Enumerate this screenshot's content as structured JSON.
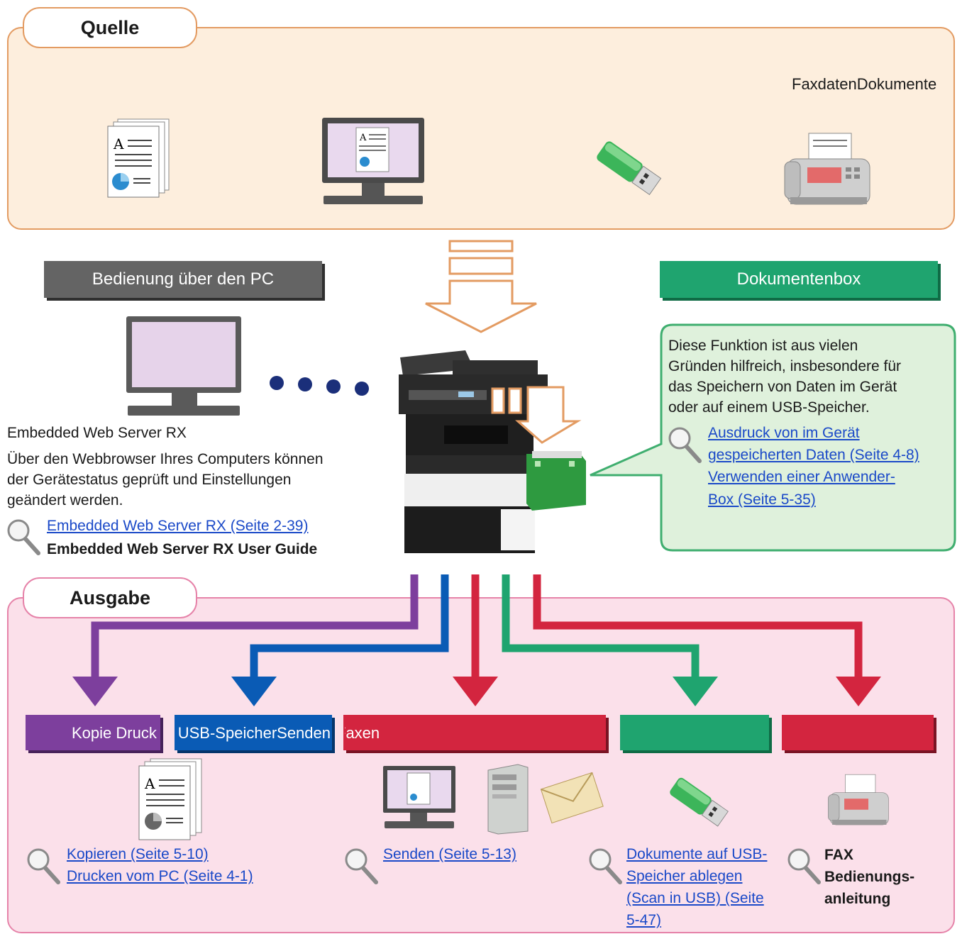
{
  "source": {
    "title": "Quelle",
    "fax_label": "FaxdatenDokumente"
  },
  "pc_header": "Bedienung über den PC",
  "docbox_header": "Dokumentenbox",
  "ews": {
    "title": "Embedded Web Server RX",
    "desc": [
      "Über den Webbrowser Ihres Computers können",
      "der Gerätestatus geprüft und Einstellungen",
      "geändert werden."
    ],
    "link": "Embedded Web Server RX (Seite 2-39)",
    "guide": "Embedded Web Server RX User Guide"
  },
  "docbox": {
    "desc": [
      "Diese Funktion ist aus vielen",
      "Gründen hilfreich, insbesondere für",
      "das Speichern von Daten im Gerät",
      "oder auf einem USB-Speicher."
    ],
    "links": [
      "Ausdruck von im Gerät",
      "gespeicherten Daten (Seite 4-8)",
      "Verwenden einer Anwender-",
      "Box (Seite 5-35)"
    ]
  },
  "output": {
    "title": "Ausgabe",
    "bar_text": {
      "kopie_druck": "Kopie Druck",
      "usb_senden": "USB-SpeicherSenden",
      "faxen": "Faxen"
    },
    "copy_links": [
      "Kopieren (Seite 5-10)",
      "Drucken vom PC (Seite 4-1)"
    ],
    "send_link": "Senden (Seite 5-13)",
    "usb_links": [
      "Dokumente auf USB-",
      "Speicher ablegen",
      "(Scan in USB) (Seite",
      "5-47)"
    ],
    "fax_guide": [
      "FAX",
      "Bedienungs-",
      "anleitung"
    ]
  },
  "colors": {
    "orange": "#e39b62",
    "orange_bg": "#fdeedd",
    "pink_bg": "#fbe0ea",
    "pink_border": "#e683a9",
    "purple": "#7d3f9d",
    "blue": "#0a5bb5",
    "red": "#d3253f",
    "green": "#1fa46f",
    "gray": "#646464"
  }
}
